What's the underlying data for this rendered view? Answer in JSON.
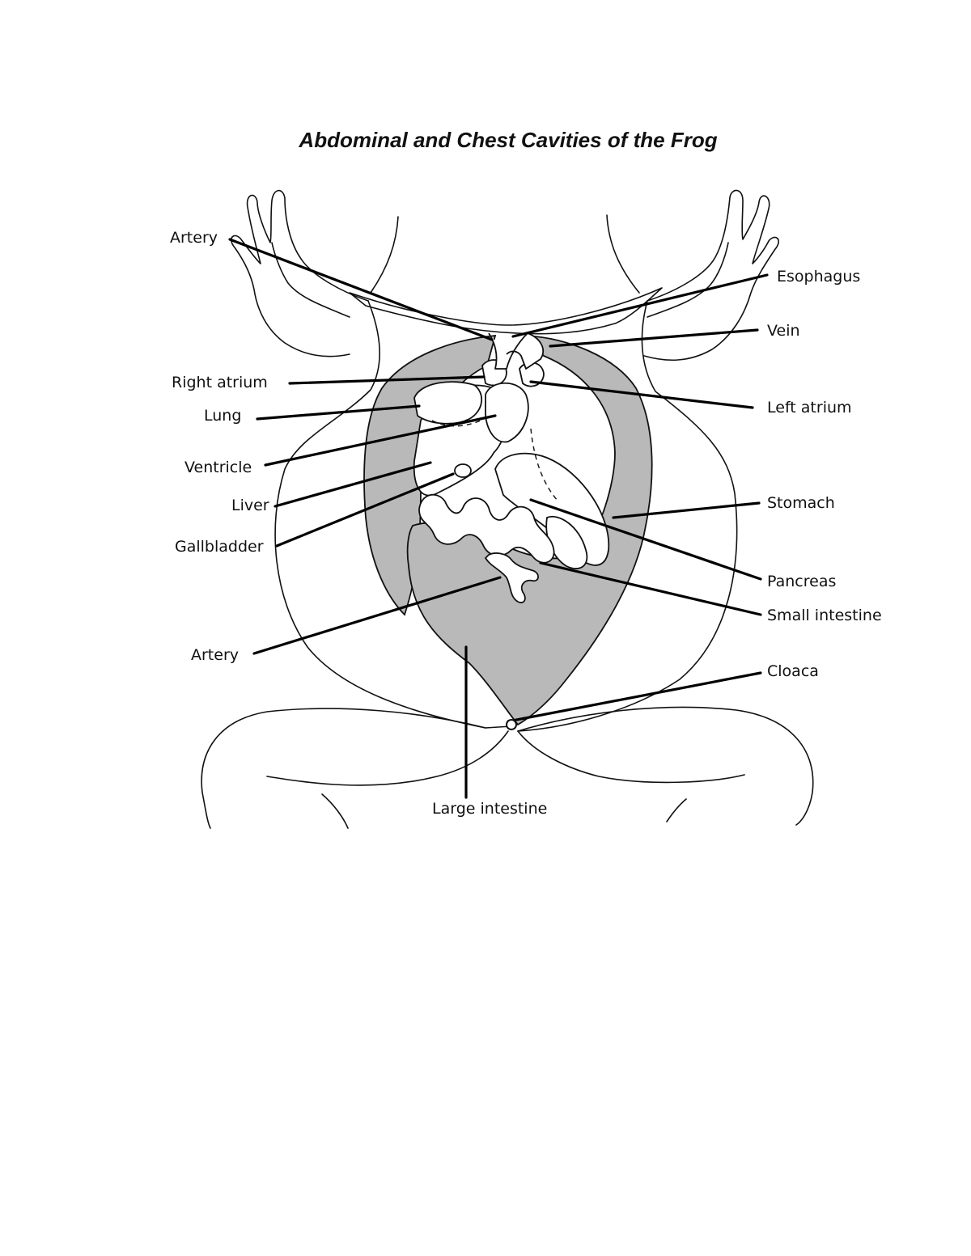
{
  "title": "Abdominal and Chest Cavities of the Frog",
  "labels": {
    "artery_top": "Artery",
    "right_atrium": "Right atrium",
    "lung": "Lung",
    "ventricle": "Ventricle",
    "liver": "Liver",
    "gallbladder": "Gallbladder",
    "artery_bottom": "Artery",
    "esophagus": "Esophagus",
    "vein": "Vein",
    "left_atrium": "Left atrium",
    "stomach": "Stomach",
    "pancreas": "Pancreas",
    "small_intestine": "Small intestine",
    "cloaca": "Cloaca",
    "large_intestine": "Large intestine"
  }
}
